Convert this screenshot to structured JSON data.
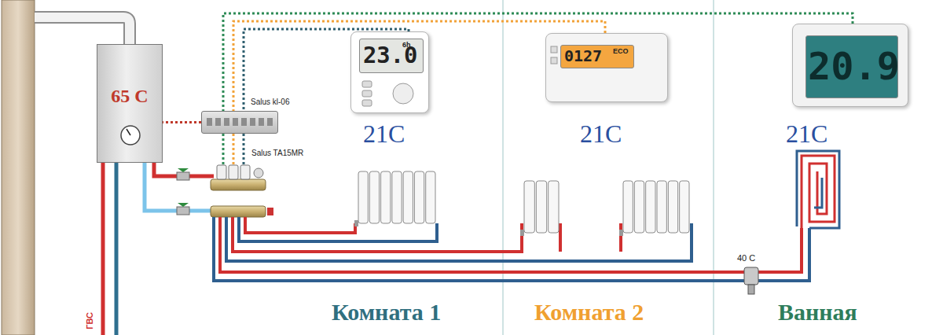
{
  "diagram": {
    "nodes": [
      {
        "text": [
          "65 C"
        ]
      },
      {
        "text": [
          "Salus kl-06"
        ]
      },
      {
        "text": [
          "23.0",
          "6h"
        ]
      },
      {
        "text": [
          "0127",
          "ECO"
        ]
      },
      {
        "text": [
          "20.9"
        ]
      }
    ],
    "edges": [
      {
        "from": 1,
        "to": 0,
        "arrow": "none"
      },
      {
        "from": 2,
        "to": 1,
        "arrow": "none"
      },
      {
        "from": 3,
        "to": 1,
        "arrow": "none"
      },
      {
        "from": 4,
        "to": 1,
        "arrow": "none"
      }
    ],
    "labels": [
      "Salus TA15MR",
      "21C",
      "21C",
      "21C",
      "40 C",
      "Комната 1",
      "Комната 2",
      "Ванная",
      "ГВС"
    ]
  }
}
